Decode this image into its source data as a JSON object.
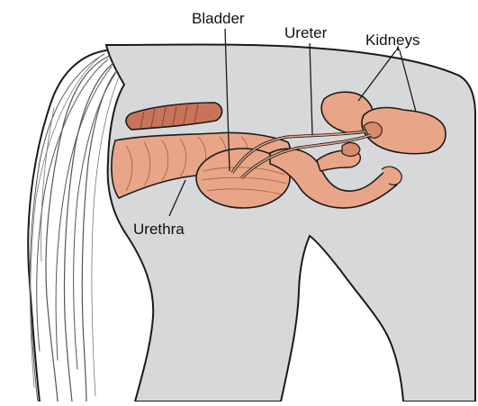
{
  "labels": {
    "bladder": "Bladder",
    "ureter": "Ureter",
    "kidneys": "Kidneys",
    "urethra": "Urethra"
  },
  "colors": {
    "body_fill": "#d7d8da",
    "organ_fill": "#e8a588",
    "organ_shade": "#d98a6c",
    "muscle_fill": "#c8745a",
    "outline": "#1a1a1a",
    "tail_line": "#555555"
  }
}
